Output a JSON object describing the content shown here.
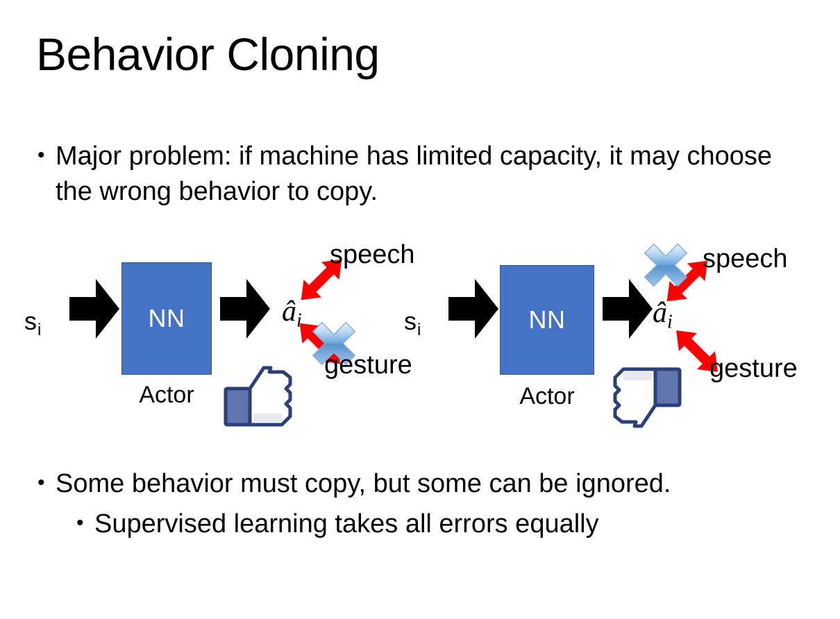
{
  "slide": {
    "title": "Behavior Cloning",
    "background_color": "#FFFFFF"
  },
  "bullets": {
    "top": {
      "marker": "•",
      "text": "Major problem: if machine has limited capacity, it may choose the wrong behavior to copy."
    },
    "bottom_level1": {
      "marker": "•",
      "text": "Some behavior must copy, but some can be ignored."
    },
    "bottom_level2": {
      "marker": "•",
      "text": "Supervised learning takes all errors equally"
    }
  },
  "colors": {
    "nn_blue": "#4472C4",
    "nn_border": "#2F5597",
    "arrow_black": "#000000",
    "arrow_red": "#FF0000",
    "cross_blue": "#5B9BD5",
    "thumb_outline": "#3B5998",
    "thumb_fill": "#FFFFFF",
    "thumb_cuff": "#6074AE"
  },
  "diagrams": [
    {
      "id": "left",
      "state_label": "s",
      "state_subscript": "i",
      "box_label": "NN",
      "box_caption": "Actor",
      "action_label": "â",
      "action_subscript": "i",
      "outputs": [
        {
          "label": "speech",
          "crossed_out": false
        },
        {
          "label": "gesture",
          "crossed_out": true
        }
      ],
      "feedback": "thumbs-up"
    },
    {
      "id": "right",
      "state_label": "s",
      "state_subscript": "i",
      "box_label": "NN",
      "box_caption": "Actor",
      "action_label": "â",
      "action_subscript": "i",
      "outputs": [
        {
          "label": "speech",
          "crossed_out": true
        },
        {
          "label": "gesture",
          "crossed_out": false
        }
      ],
      "feedback": "thumbs-down"
    }
  ]
}
